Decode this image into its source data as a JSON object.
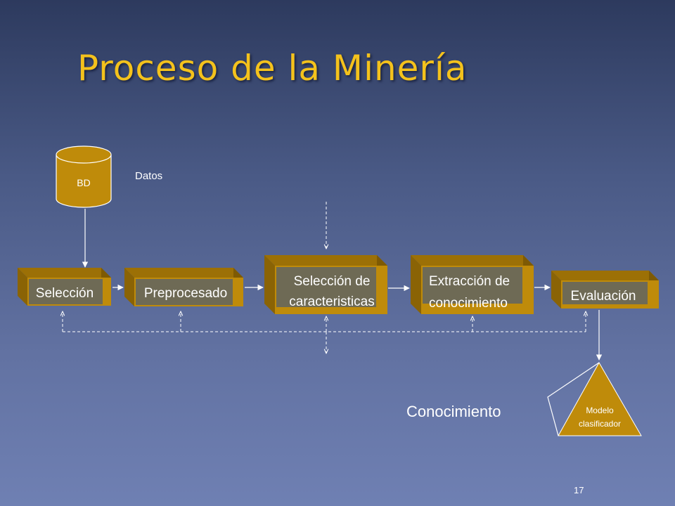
{
  "title": "Proceso de la Minería",
  "database": {
    "label": "BD"
  },
  "data_label": "Datos",
  "stages": {
    "seleccion": "Selección",
    "preprocesado": "Preprocesado",
    "seleccion_caracteristicas": [
      "Selección de",
      "caracteristicas"
    ],
    "extraccion": [
      "Extracción de",
      "conocimiento"
    ],
    "evaluacion": "Evaluación"
  },
  "knowledge_label": "Conocimiento",
  "model": {
    "lines": [
      "Modelo",
      "clasificador"
    ]
  },
  "slide_number": "17",
  "colors": {
    "title": "#f4c21c",
    "box_front": "#bf8b0a",
    "box_top": "#9c7006",
    "box_side": "#7e5a04",
    "box_label_bg": "#6e6a55",
    "line": "#ffffff"
  }
}
